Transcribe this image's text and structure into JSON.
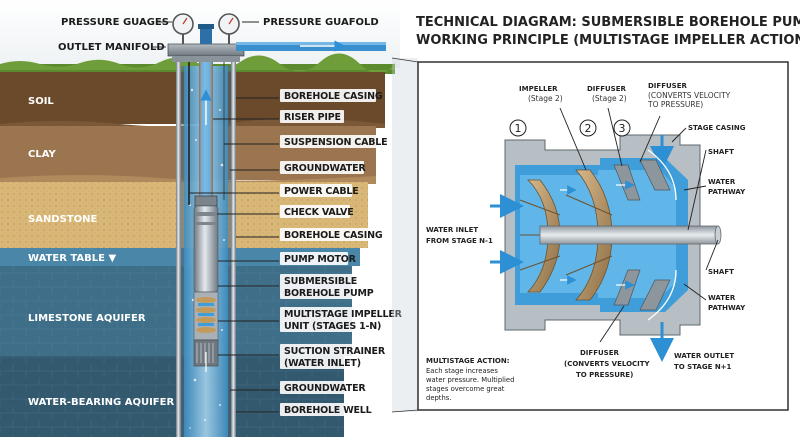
{
  "top": {
    "pressure_gauges": "PRESSURE GUAGES",
    "pressure_guafold": "PRESSURE GUAFOLD",
    "outlet_manifold": "OUTLET MANIFOLD"
  },
  "strata": {
    "soil": "SOIL",
    "clay": "CLAY",
    "sandstone": "SANDSTONE",
    "water_table": "WATER TABLE ▼",
    "limestone": "LIMESTONE AQUIFER",
    "water_bearing": "WATER-BEARING AQUIFER"
  },
  "callouts": {
    "borehole_casing_1": "BOREHOLE CASING",
    "riser_pipe": "RISER PIPE",
    "suspension_cable": "SUSPENSION CABLE",
    "groundwater_1": "GROUNDWATER",
    "power_cable": "POWER CABLE",
    "check_valve": "CHECK VALVE",
    "borehole_casing_2": "BOREHOLE CASING",
    "pump_motor": "PUMP MOTOR",
    "submersible_1": "SUBMERSIBLE",
    "submersible_2": "BOREHOLE PUMP",
    "multistage_1": "MULTISTAGE IMPELLER",
    "multistage_2": "UNIT (STAGES 1-N)",
    "suction_1": "SUCTION STRAINER",
    "suction_2": "(WATER INLET)",
    "groundwater_2": "GROUNDWATER",
    "borehole_well": "BOREHOLE WELL"
  },
  "detail": {
    "title_line1": "TECHNICAL DIAGRAM: SUBMERSIBLE BOREHOLE PUMP",
    "title_line2": "WORKING PRINCIPLE (MULTISTAGE IMPELLER ACTION)",
    "impeller_label": "IMPELLER",
    "impeller_sub": "(Stage 2)",
    "diffuser_label": "DIFFUSER",
    "diffuser_sub": "(Stage 2)",
    "diffuser_right_label": "DIFFUSER",
    "diffuser_right_sub1": "(CONVERTS VELOCITY",
    "diffuser_right_sub2": "TO PRESSURE)",
    "stage_casing": "STAGE CASING",
    "shaft_top": "SHAFT",
    "water_pathway_1a": "WATER",
    "water_pathway_1b": "PATHWAY",
    "inlet_1": "WATER INLET",
    "inlet_2": "FROM STAGE N-1",
    "shaft_mid": "SHAFT",
    "water_pathway_2a": "WATER",
    "water_pathway_2b": "PATHWAY",
    "outlet_1": "WATER OUTLET",
    "outlet_2": "TO STAGE N+1",
    "diffuser_bottom_1": "DIFFUSER",
    "diffuser_bottom_2": "(CONVERTS VELOCITY",
    "diffuser_bottom_3": "TO PRESSURE)",
    "multistage_title": "MULTISTAGE ACTION:",
    "multistage_text_1": "Each stage increases",
    "multistage_text_2": "water pressure. Multiplied",
    "multistage_text_3": "stages overcome great",
    "multistage_text_4": "depths.",
    "num_1": "1",
    "num_2": "2",
    "num_3": "3"
  },
  "colors": {
    "soil": "#6b4a2c",
    "clay": "#9a7550",
    "sandstone": "#d9b777",
    "limestone": "#3f6e88",
    "aquifer": "#33596f",
    "water": "#3f9ed9",
    "metal": "#9aa3aa",
    "bronze": "#b0905e"
  }
}
